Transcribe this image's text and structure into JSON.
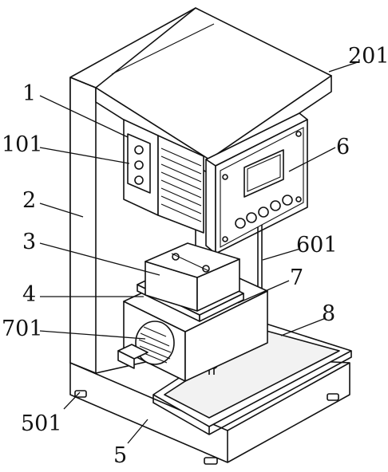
{
  "labels": {
    "l201": "201",
    "l1": "1",
    "l101": "101",
    "l6": "6",
    "l2": "2",
    "l3": "3",
    "l601": "601",
    "l4": "4",
    "l7": "7",
    "l701": "701",
    "l8": "8",
    "l501": "501",
    "l5": "5"
  }
}
